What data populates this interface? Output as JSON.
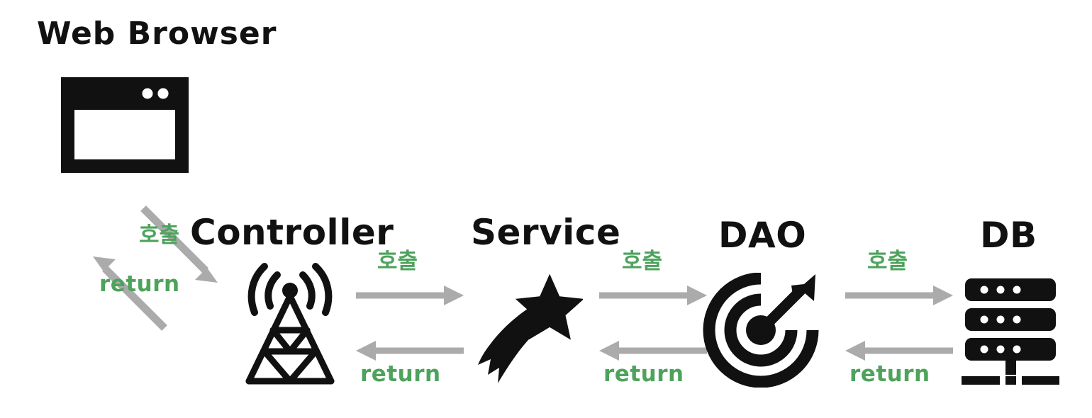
{
  "diagram": {
    "title_browser": "Web Browser",
    "accent_green": "#4ea35c",
    "arrow_gray": "#ababab",
    "ink_black": "#111111",
    "background": "#ffffff"
  },
  "nodes": [
    {
      "id": "browser",
      "label": "Web Browser",
      "icon": "browser-window-icon"
    },
    {
      "id": "controller",
      "label": "Controller",
      "icon": "radio-tower-icon"
    },
    {
      "id": "service",
      "label": "Service",
      "icon": "shooting-star-icon"
    },
    {
      "id": "dao",
      "label": "DAO",
      "icon": "target-bullseye-icon"
    },
    {
      "id": "db",
      "label": "DB",
      "icon": "database-server-icon"
    }
  ],
  "flows": [
    {
      "id": "browser-controller",
      "call_label": "호출",
      "return_label": "return",
      "orientation": "diagonal"
    },
    {
      "id": "controller-service",
      "call_label": "호출",
      "return_label": "return",
      "orientation": "horizontal"
    },
    {
      "id": "service-dao",
      "call_label": "호출",
      "return_label": "return",
      "orientation": "horizontal"
    },
    {
      "id": "dao-db",
      "call_label": "호출",
      "return_label": "return",
      "orientation": "horizontal"
    }
  ],
  "chart_data": {
    "type": "diagram",
    "title": "Web Browser",
    "layers": [
      "Web Browser",
      "Controller",
      "Service",
      "DAO",
      "DB"
    ],
    "edges": [
      {
        "from": "Web Browser",
        "to": "Controller",
        "label": "호출"
      },
      {
        "from": "Controller",
        "to": "Web Browser",
        "label": "return"
      },
      {
        "from": "Controller",
        "to": "Service",
        "label": "호출"
      },
      {
        "from": "Service",
        "to": "Controller",
        "label": "return"
      },
      {
        "from": "Service",
        "to": "DAO",
        "label": "호출"
      },
      {
        "from": "DAO",
        "to": "Service",
        "label": "return"
      },
      {
        "from": "DAO",
        "to": "DB",
        "label": "호출"
      },
      {
        "from": "DB",
        "to": "DAO",
        "label": "return"
      }
    ]
  }
}
